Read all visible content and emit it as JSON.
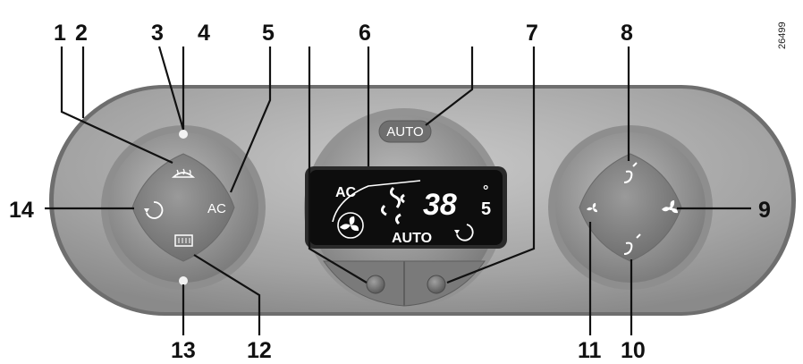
{
  "reference": "26499",
  "callouts": {
    "c1": "1",
    "c2": "2",
    "c3": "3",
    "c4": "4",
    "c5": "5",
    "c6": "6",
    "c7": "7",
    "c8": "8",
    "c9": "9",
    "c10": "10",
    "c11": "11",
    "c12": "12",
    "c13": "13",
    "c14": "14"
  },
  "buttons": {
    "auto": "AUTO",
    "ac": "AC"
  },
  "display": {
    "ac": "AC",
    "temperature": "38",
    "temperature_decimal": "5",
    "degree": "°",
    "auto": "AUTO"
  },
  "colors": {
    "panel": "#a5a5a5",
    "dial": "#8c8c8c",
    "lcd": "#0d0d0d",
    "callout": "#111111"
  }
}
